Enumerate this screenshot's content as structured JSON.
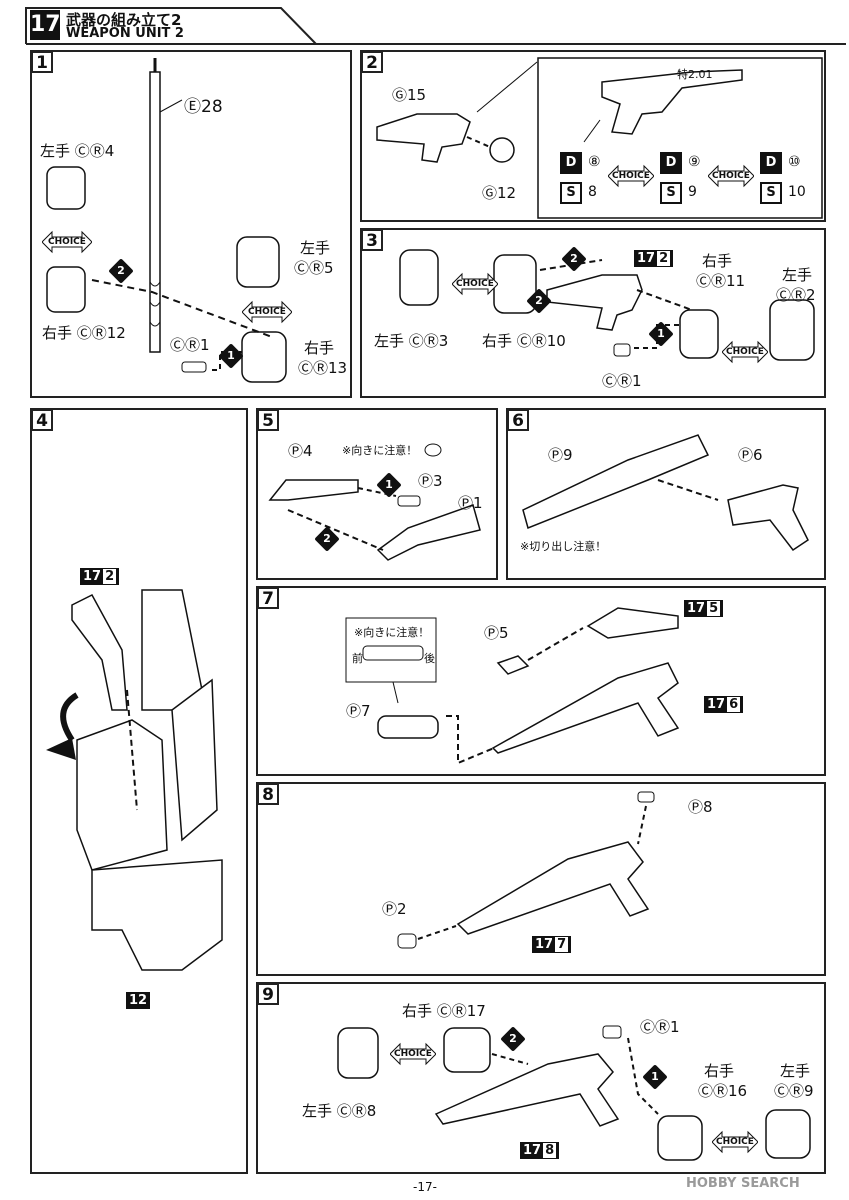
{
  "header": {
    "step_number": "17",
    "title_jp": "武器の組み立て2",
    "title_en": "WEAPON UNIT 2"
  },
  "panels": [
    {
      "num": "1",
      "labels": [
        "Ⓔ28",
        "左手 ⒸⓇ4",
        "左手",
        "ⒸⓇ5",
        "右手 ⒸⓇ12",
        "ⒸⓇ1",
        "右手",
        "ⒸⓇ13"
      ],
      "choice": [
        "CHOICE",
        "CHOICE"
      ],
      "steps": [
        "2",
        "1"
      ]
    },
    {
      "num": "2",
      "labels": [
        "Ⓖ15",
        "Ⓖ12"
      ],
      "inset_text": "特2.01",
      "options": [
        {
          "d": "D",
          "dn": "⑧",
          "s": "S",
          "sn": "8"
        },
        {
          "d": "D",
          "dn": "⑨",
          "s": "S",
          "sn": "9"
        },
        {
          "d": "D",
          "dn": "⑩",
          "s": "S",
          "sn": "10"
        }
      ],
      "choice": [
        "CHOICE",
        "CHOICE"
      ]
    },
    {
      "num": "3",
      "labels": [
        "左手 ⒸⓇ3",
        "右手 ⒸⓇ10",
        "右手",
        "ⒸⓇ11",
        "左手",
        "ⒸⓇ2",
        "ⒸⓇ1"
      ],
      "tag": {
        "prefix": "17",
        "n": "2"
      },
      "choice": [
        "CHOICE",
        "CHOICE"
      ],
      "steps": [
        "2",
        "2",
        "1"
      ]
    },
    {
      "num": "4",
      "tags": [
        {
          "prefix": "17",
          "n": "2"
        },
        {
          "prefix": "12",
          "n": ""
        }
      ]
    },
    {
      "num": "5",
      "labels": [
        "Ⓟ4",
        "Ⓟ3",
        "Ⓟ1"
      ],
      "caption": "※向きに注意！",
      "steps": [
        "1",
        "2"
      ]
    },
    {
      "num": "6",
      "labels": [
        "Ⓟ9",
        "Ⓟ6"
      ],
      "caption": "※切り出し注意！"
    },
    {
      "num": "7",
      "labels": [
        "Ⓟ5",
        "Ⓟ7"
      ],
      "caption": "※向きに注意！",
      "front": "前",
      "back": "後",
      "tags": [
        {
          "prefix": "17",
          "n": "5"
        },
        {
          "prefix": "17",
          "n": "6"
        }
      ]
    },
    {
      "num": "8",
      "labels": [
        "Ⓟ8",
        "Ⓟ2"
      ],
      "tag": {
        "prefix": "17",
        "n": "7"
      }
    },
    {
      "num": "9",
      "labels": [
        "右手 ⒸⓇ17",
        "ⒸⓇ1",
        "左手 ⒸⓇ8",
        "右手",
        "ⒸⓇ16",
        "左手",
        "ⒸⓇ9"
      ],
      "tag": {
        "prefix": "17",
        "n": "8"
      },
      "choice": [
        "CHOICE",
        "CHOICE"
      ],
      "steps": [
        "2",
        "1"
      ]
    }
  ],
  "footer": {
    "page": "-17-",
    "watermark": "HOBBY SEARCH"
  }
}
